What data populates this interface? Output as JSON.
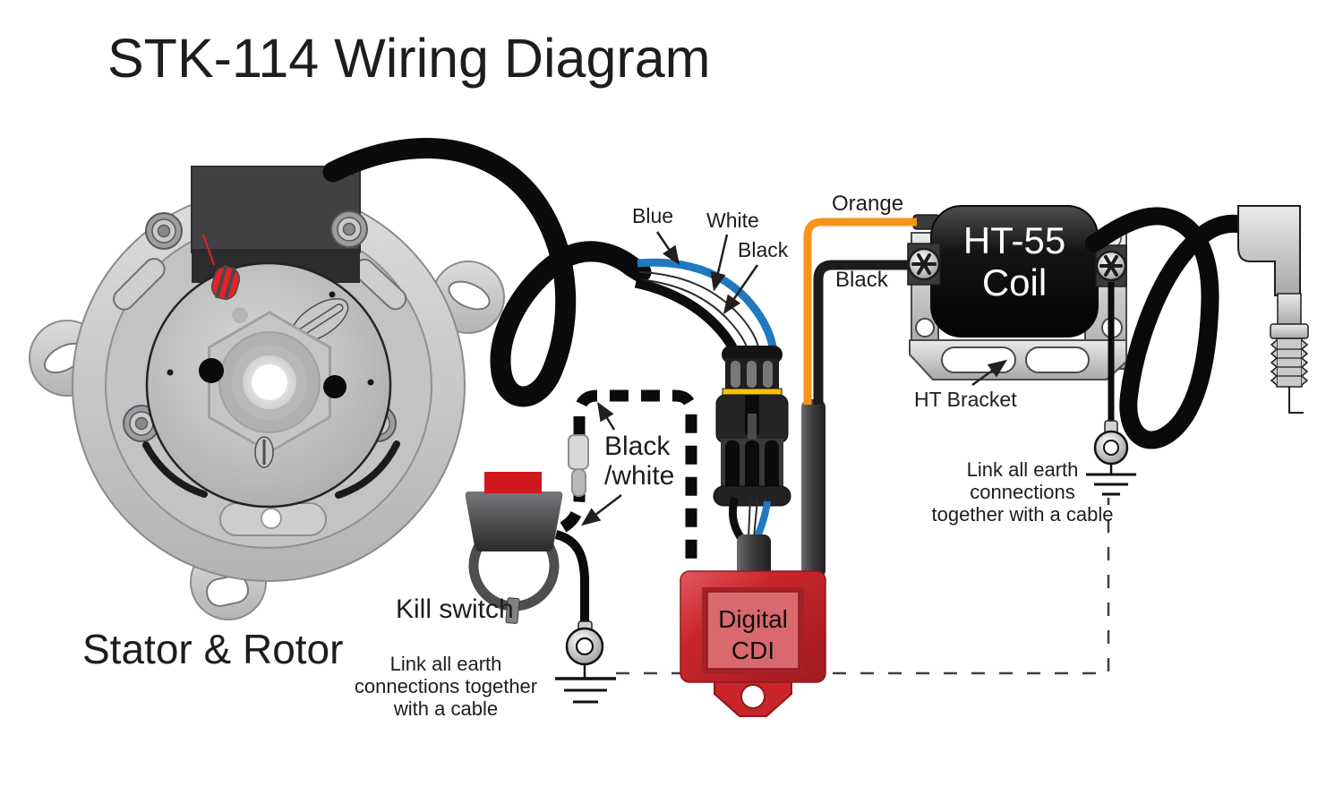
{
  "title": "STK-114 Wiring Diagram",
  "wire_labels": {
    "blue": "Blue",
    "white": "White",
    "black": "Black",
    "orange": "Orange",
    "coil_black": "Black",
    "kill_wire": {
      "line1": "Black",
      "line2": "/white"
    }
  },
  "components": {
    "stator": {
      "label": "Stator & Rotor"
    },
    "kill_switch": {
      "label": "Kill switch"
    },
    "cdi": {
      "line1": "Digital",
      "line2": "CDI"
    },
    "coil": {
      "line1": "HT-55",
      "line2": "Coil"
    },
    "bracket": {
      "label": "HT Bracket"
    }
  },
  "notes": {
    "earth_left": {
      "line1": "Link all earth",
      "line2": "connections together",
      "line3": "with a cable"
    },
    "earth_right": {
      "line1": "Link all earth",
      "line2": "connections",
      "line3": "together with a cable"
    }
  },
  "colors": {
    "blue-wire": "#1E79C0",
    "orange-wire": "#F7941E",
    "yellow-seal": "#F8C300",
    "cdi-red": "#C9252B",
    "cdi-red-light": "#D9696E",
    "kill-red": "#CE181E",
    "wire-black": "#0D0D0D"
  }
}
